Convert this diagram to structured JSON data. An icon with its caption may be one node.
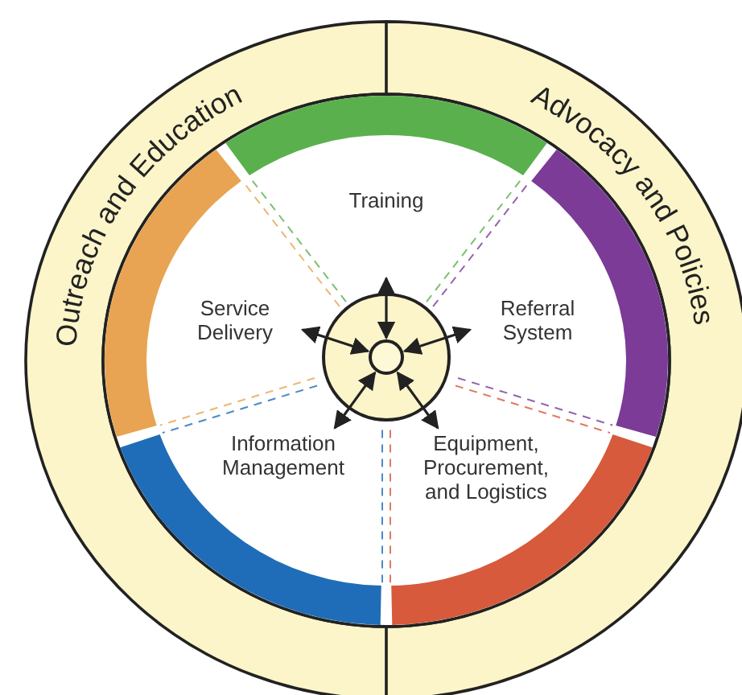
{
  "diagram": {
    "nodes": [
      {
        "text": [
          "Outreach and Education"
        ]
      },
      {
        "text": [
          "Advocacy and Policies"
        ]
      },
      {
        "text": [
          "Training"
        ]
      },
      {
        "text": [
          "Referral System"
        ]
      },
      {
        "text": [
          "Equipment, Procurement, and Logistics"
        ]
      },
      {
        "text": [
          "Information Management"
        ]
      },
      {
        "text": [
          "Service Delivery"
        ]
      },
      {
        "text": [],
        "shape": "circle"
      },
      {
        "text": [],
        "shape": "circle",
        "in": 7
      }
    ],
    "edges": [
      {
        "from": 8,
        "to": 2,
        "arrow": "both"
      },
      {
        "from": 8,
        "to": 3,
        "arrow": "both"
      },
      {
        "from": 8,
        "to": 4,
        "arrow": "both"
      },
      {
        "from": 8,
        "to": 5,
        "arrow": "both"
      },
      {
        "from": 8,
        "to": 6,
        "arrow": "both"
      }
    ]
  }
}
